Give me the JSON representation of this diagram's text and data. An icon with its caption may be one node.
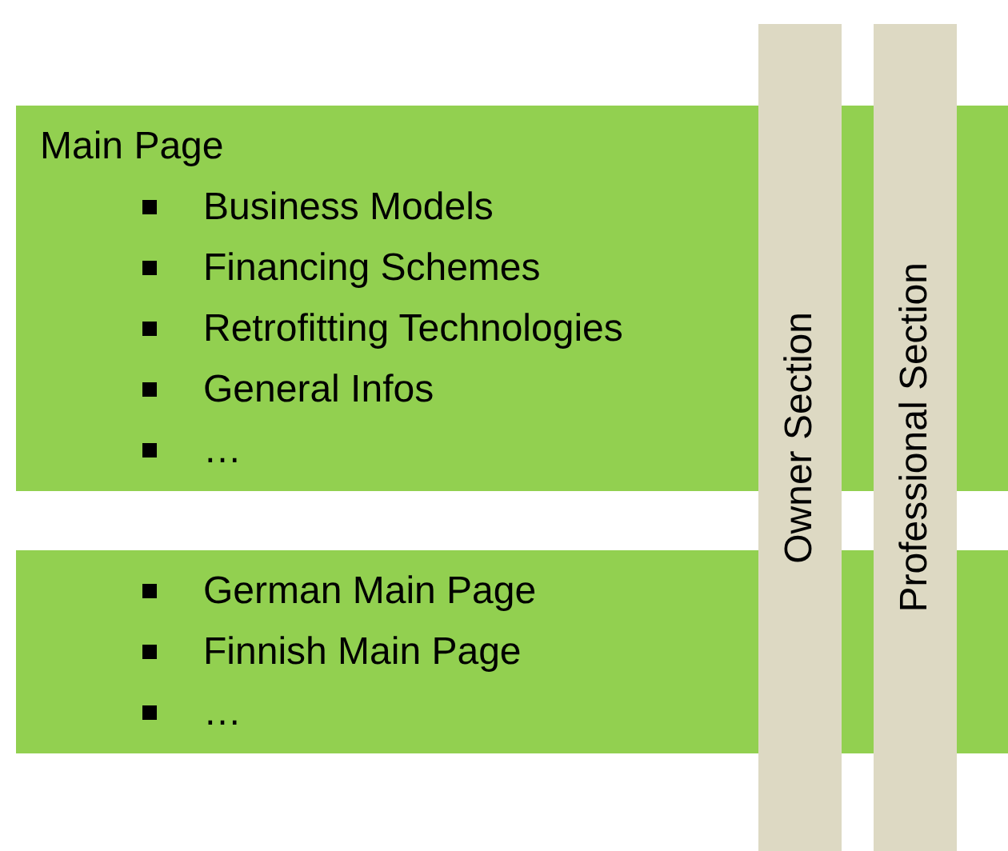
{
  "diagram": {
    "nodes": [
      {
        "text": [
          "Main Page",
          "Business Models",
          "Financing Schemes",
          "Retrofitting Technologies",
          "General Infos",
          "…"
        ]
      },
      {
        "text": [
          "German Main Page",
          "Finnish Main Page",
          "…"
        ]
      },
      {
        "text": [
          "Owner Section"
        ]
      },
      {
        "text": [
          "Professional Section"
        ]
      }
    ]
  }
}
